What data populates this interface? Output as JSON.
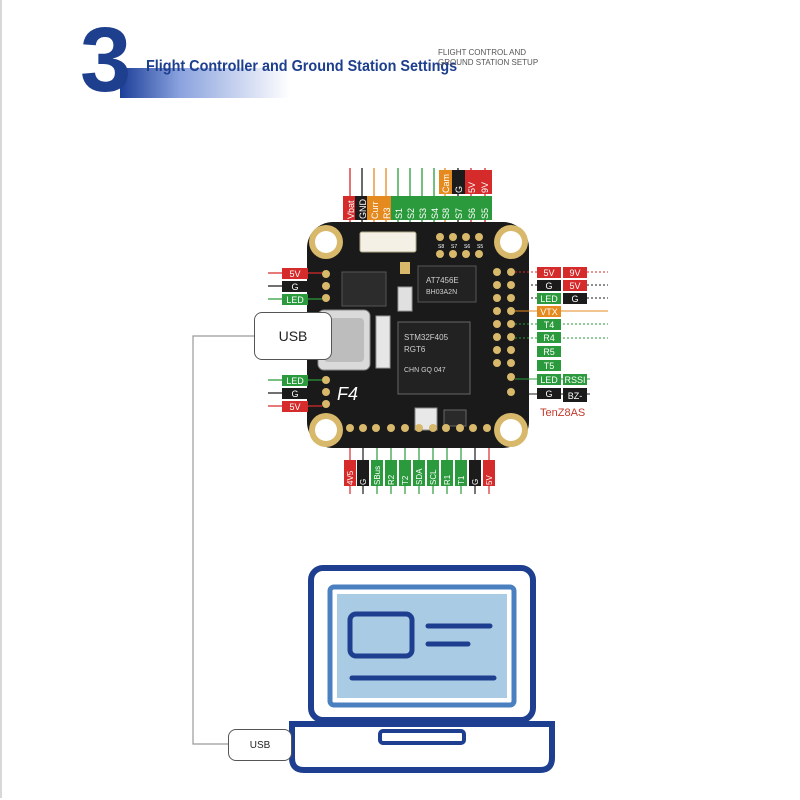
{
  "header": {
    "step_number": "3",
    "title": "Flight Controller and Ground Station Settings",
    "subtitle_line1": "FLIGHT CONTROL AND",
    "subtitle_line2": "GROUND STATION SETUP"
  },
  "board": {
    "label_f4": "F4",
    "chip1_line1": "AT7456E",
    "chip1_line2": "BH03A2N",
    "chip2_line1": "STM32F405",
    "chip2_line2": "RGT6",
    "chip2_line3": "CHN GQ 047",
    "top_pins": [
      "Vbat",
      "GND",
      "Curr",
      "R3",
      "S1",
      "S2",
      "S3",
      "S4",
      "S8",
      "Cam",
      "G",
      "5V",
      "9V"
    ],
    "top_pins_lower": [
      "S8",
      "S7",
      "S6",
      "S5"
    ],
    "left_top_pads": [
      "5V",
      "G",
      "LED"
    ],
    "left_bottom_pads": [
      "LED",
      "G",
      "5V"
    ],
    "right_pads": [
      "5V",
      "G",
      "LED",
      "VTX",
      "T4",
      "R4",
      "R5",
      "T5",
      "LED",
      "G"
    ],
    "right_pads_outer": [
      "9V",
      "5V",
      "G",
      "RSSI",
      "BZ-"
    ],
    "bottom_pins": [
      "4V5",
      "G",
      "SBus",
      "R2",
      "T2",
      "SDA",
      "SCL",
      "R1",
      "T1",
      "G",
      "5V"
    ],
    "tenz_label": "TenZ8AS"
  },
  "connections": {
    "usb_board": "USB",
    "usb_laptop": "USB"
  },
  "colors": {
    "brand_blue": "#1d3f8e",
    "laptop_blue": "#1e3f8f",
    "screen_fill": "#a9cbe4",
    "pad_red": "#d62b2b",
    "pad_green": "#2a9a3c",
    "pad_black": "#1b1b1b",
    "pad_orange": "#e58a1f"
  }
}
